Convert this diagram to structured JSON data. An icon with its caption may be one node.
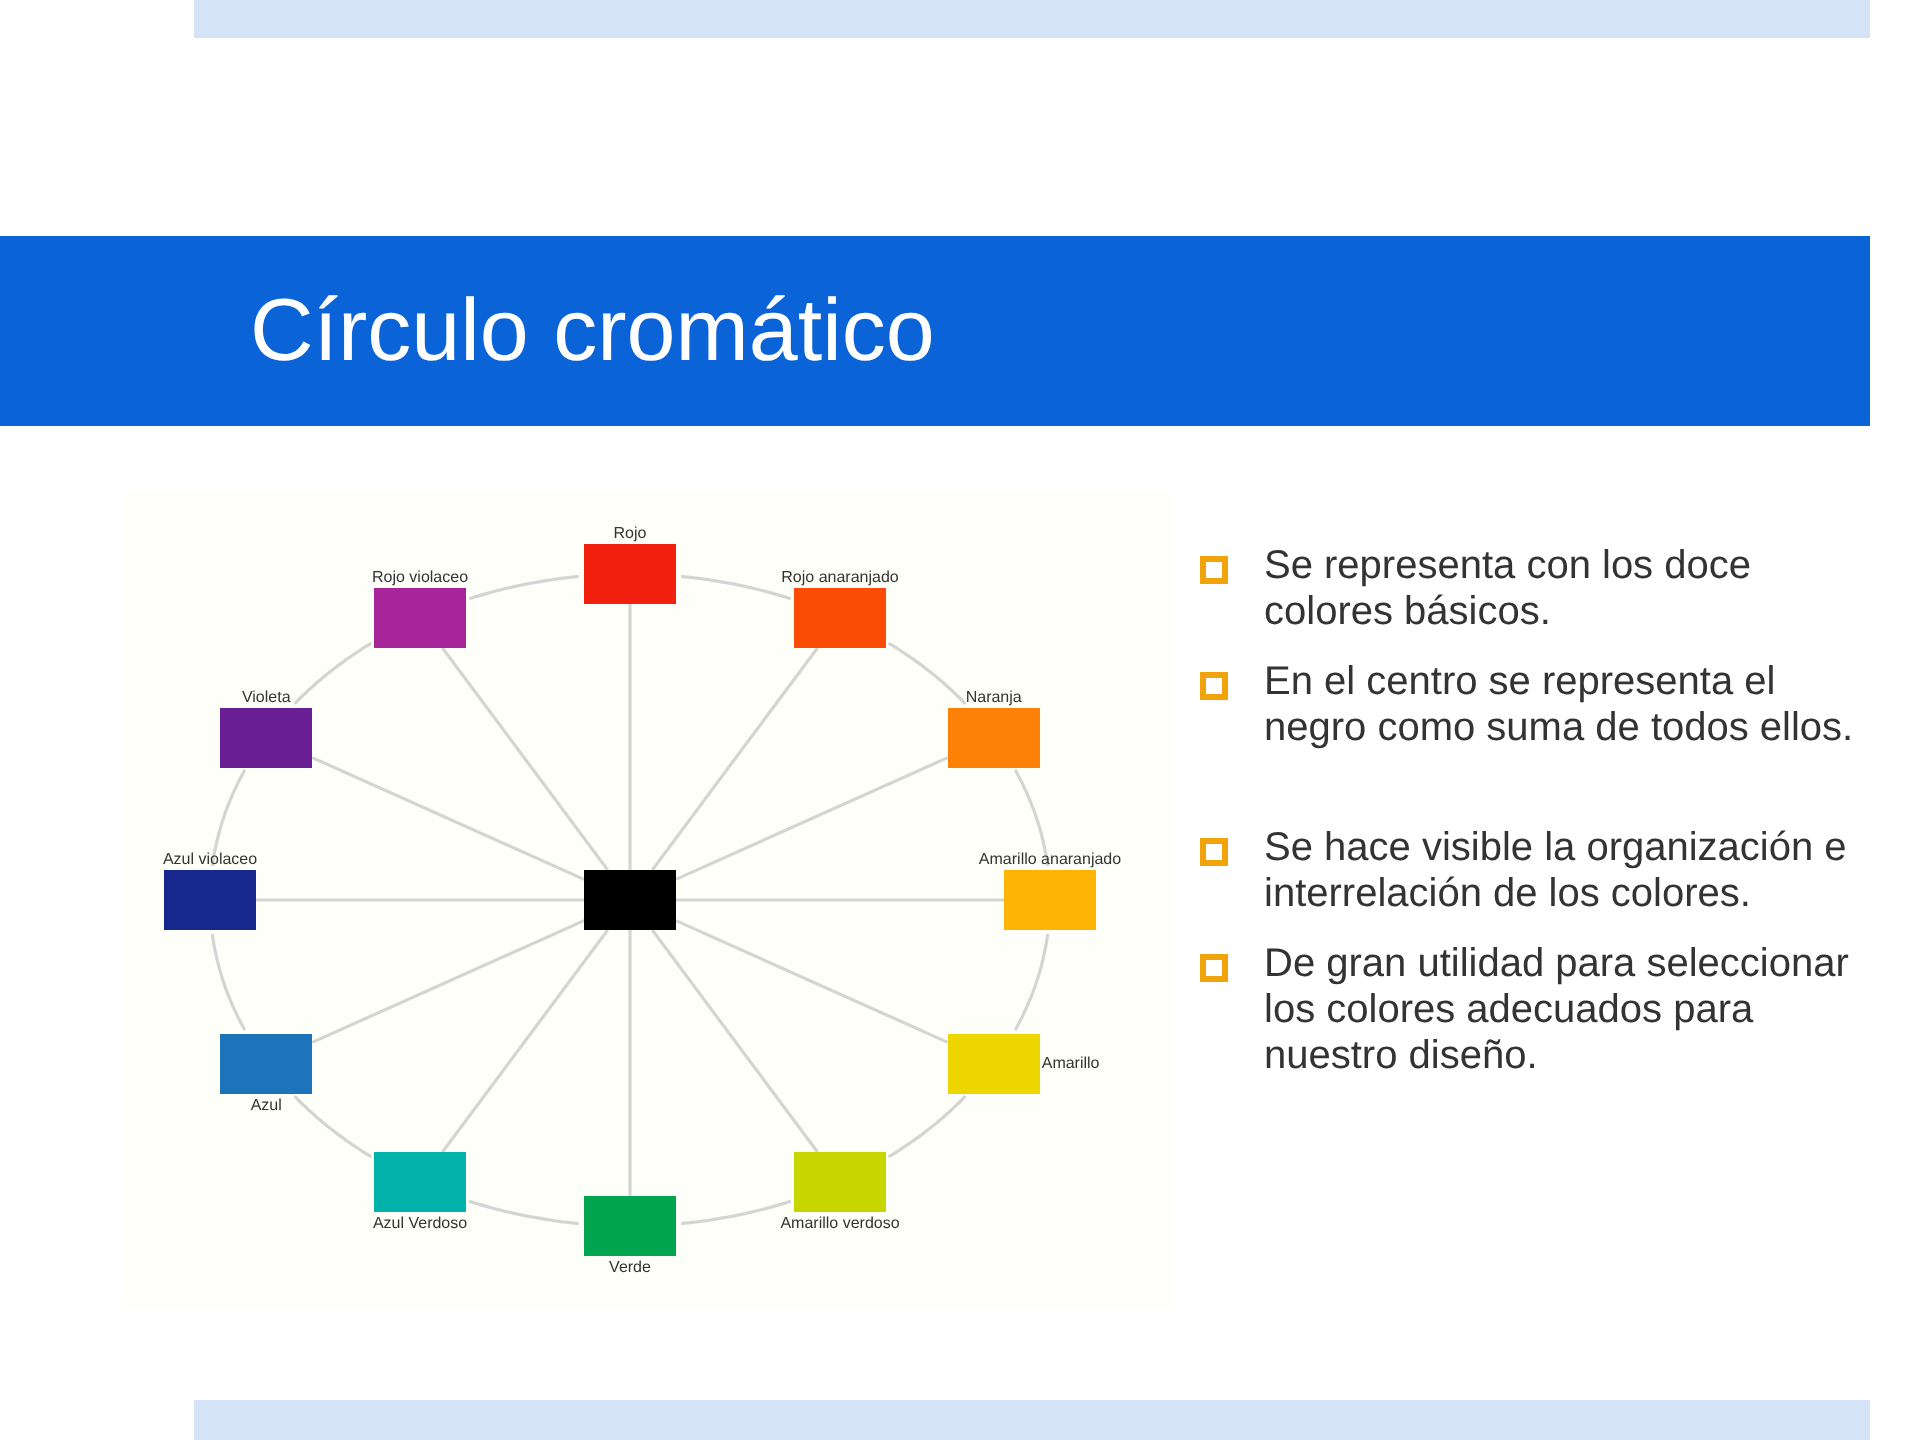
{
  "diagram": {
    "title": "Círculo cromático",
    "nodes": [
      {
        "text": [
          "Rojo"
        ]
      },
      {
        "text": [
          "Rojo anaranjado"
        ]
      },
      {
        "text": [
          "Naranja"
        ]
      },
      {
        "text": [
          "Amarillo anaranjado"
        ]
      },
      {
        "text": [
          "Amarillo"
        ]
      },
      {
        "text": [
          "Amarillo verdoso"
        ]
      },
      {
        "text": [
          "Verde"
        ]
      },
      {
        "text": [
          "Azul Verdoso"
        ]
      },
      {
        "text": [
          "Azul"
        ]
      },
      {
        "text": [
          "Azul violaceo"
        ]
      },
      {
        "text": [
          "Violeta"
        ]
      },
      {
        "text": [
          "Rojo violaceo"
        ]
      },
      {
        "text": [],
        "shape": "box"
      },
      {
        "text": [],
        "shape": "bar"
      },
      {
        "text": [],
        "shape": "bar"
      }
    ],
    "edges": [
      {
        "from": 0,
        "to": 1,
        "arrow": "none"
      },
      {
        "from": 1,
        "to": 2,
        "arrow": "none"
      },
      {
        "from": 2,
        "to": 3,
        "arrow": "none"
      },
      {
        "from": 3,
        "to": 4,
        "arrow": "none"
      },
      {
        "from": 4,
        "to": 5,
        "arrow": "none"
      },
      {
        "from": 5,
        "to": 6,
        "arrow": "none"
      },
      {
        "from": 6,
        "to": 7,
        "arrow": "none"
      },
      {
        "from": 7,
        "to": 8,
        "arrow": "none"
      },
      {
        "from": 8,
        "to": 9,
        "arrow": "none"
      },
      {
        "from": 9,
        "to": 10,
        "arrow": "none"
      },
      {
        "from": 10,
        "to": 11,
        "arrow": "none"
      },
      {
        "from": 11,
        "to": 0,
        "arrow": "none"
      },
      {
        "from": 12,
        "to": 0,
        "arrow": "none"
      },
      {
        "from": 12,
        "to": 1,
        "arrow": "none"
      },
      {
        "from": 12,
        "to": 2,
        "arrow": "none"
      },
      {
        "from": 12,
        "to": 3,
        "arrow": "none"
      },
      {
        "from": 12,
        "to": 4,
        "arrow": "none"
      },
      {
        "from": 12,
        "to": 5,
        "arrow": "none"
      },
      {
        "from": 12,
        "to": 6,
        "arrow": "none"
      },
      {
        "from": 12,
        "to": 7,
        "arrow": "none"
      },
      {
        "from": 12,
        "to": 8,
        "arrow": "none"
      },
      {
        "from": 12,
        "to": 9,
        "arrow": "none"
      },
      {
        "from": 12,
        "to": 10,
        "arrow": "none"
      },
      {
        "from": 12,
        "to": 11,
        "arrow": "none"
      }
    ],
    "labels": [
      "Se representa con los doce colores básicos.",
      "En el centro se representa el negro como suma de todos ellos.",
      "Se hace visible la organización e interrelación de los colores.",
      "De gran utilidad para seleccionar los colores adecuados para nuestro diseño."
    ]
  }
}
